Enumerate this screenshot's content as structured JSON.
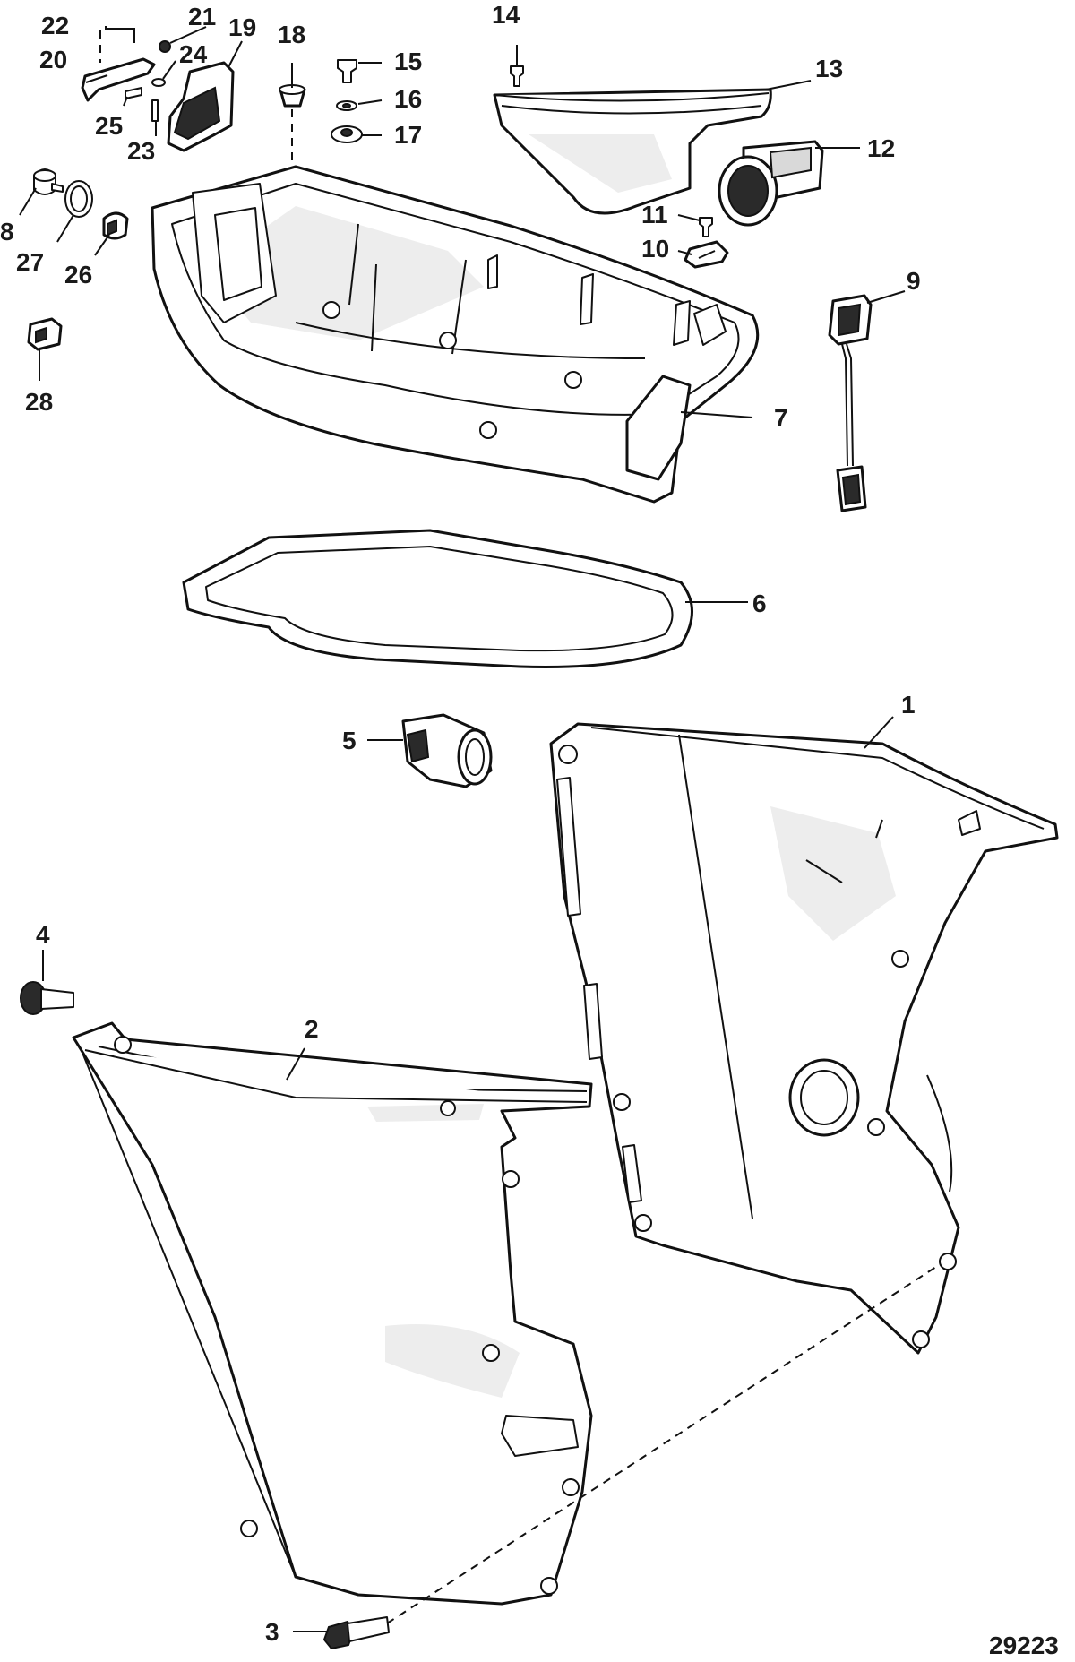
{
  "diagram": {
    "figure_number": "29223",
    "callouts": [
      {
        "id": "c1",
        "text": "1"
      },
      {
        "id": "c2",
        "text": "2"
      },
      {
        "id": "c3",
        "text": "3"
      },
      {
        "id": "c4",
        "text": "4"
      },
      {
        "id": "c5",
        "text": "5"
      },
      {
        "id": "c6",
        "text": "6"
      },
      {
        "id": "c7",
        "text": "7"
      },
      {
        "id": "c8",
        "text": "8"
      },
      {
        "id": "c9",
        "text": "9"
      },
      {
        "id": "c10",
        "text": "10"
      },
      {
        "id": "c11",
        "text": "11"
      },
      {
        "id": "c12",
        "text": "12"
      },
      {
        "id": "c13",
        "text": "13"
      },
      {
        "id": "c14",
        "text": "14"
      },
      {
        "id": "c15",
        "text": "15"
      },
      {
        "id": "c16",
        "text": "16"
      },
      {
        "id": "c17",
        "text": "17"
      },
      {
        "id": "c18",
        "text": "18"
      },
      {
        "id": "c19",
        "text": "19"
      },
      {
        "id": "c20",
        "text": "20"
      },
      {
        "id": "c21",
        "text": "21"
      },
      {
        "id": "c22",
        "text": "22"
      },
      {
        "id": "c23",
        "text": "23"
      },
      {
        "id": "c24",
        "text": "24"
      },
      {
        "id": "c25",
        "text": "25"
      },
      {
        "id": "c26",
        "text": "26"
      },
      {
        "id": "c27",
        "text": "27"
      },
      {
        "id": "c28",
        "text": "28"
      }
    ]
  }
}
